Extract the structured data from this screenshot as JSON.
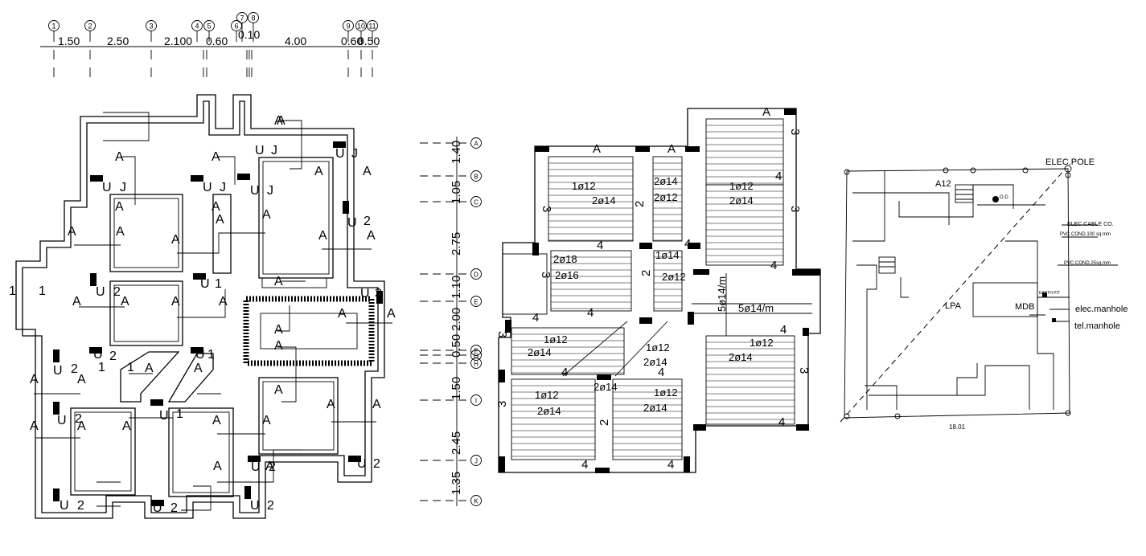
{
  "column_grid": {
    "bubbles": [
      "1",
      "2",
      "3",
      "4",
      "5",
      "6",
      "7",
      "8",
      "9",
      "10",
      "11"
    ],
    "dims": [
      "1.50",
      "2.50",
      "2.100",
      "0.60",
      "0.10",
      "4.00",
      "0.60",
      "0.50"
    ]
  },
  "row_grid": {
    "bubbles": [
      "A",
      "B",
      "C",
      "D",
      "E",
      "F",
      "G",
      "H",
      "I",
      "J",
      "K"
    ],
    "dims": [
      "1.40",
      "1.05",
      "2.75",
      "1.10",
      "2.00",
      "0.50",
      "1.50",
      "2.45",
      "1.35"
    ]
  },
  "foundation_plan": {
    "footing_tags": [
      "A",
      "U",
      "J",
      "1",
      "2",
      "3"
    ]
  },
  "slab_plan": {
    "labels": {
      "a": "A",
      "d4": "4",
      "d3": "3",
      "d2": "2",
      "b1012": "1ø12",
      "b2014": "2ø14",
      "b2012": "2ø12",
      "b1014": "1ø14",
      "b2018": "2ø18",
      "b2016": "2ø16",
      "b5014": "5ø14/m"
    }
  },
  "site_plan": {
    "elec_pole": "ELEC.POLE",
    "a12": "A12",
    "od": "O.D",
    "cable_co": "ELEC.CABLE CO.",
    "pvc100": "PVC.COND.100  sq.mm",
    "pvc25": "PVC.COND.25sq.mm",
    "earth_pit": "EARTH PIT",
    "lpa": "LPA",
    "mdb": "MDB",
    "elec_manhole": "elec.manhole",
    "tel_manhole": "tel.manhole",
    "dimension": "18.01"
  }
}
